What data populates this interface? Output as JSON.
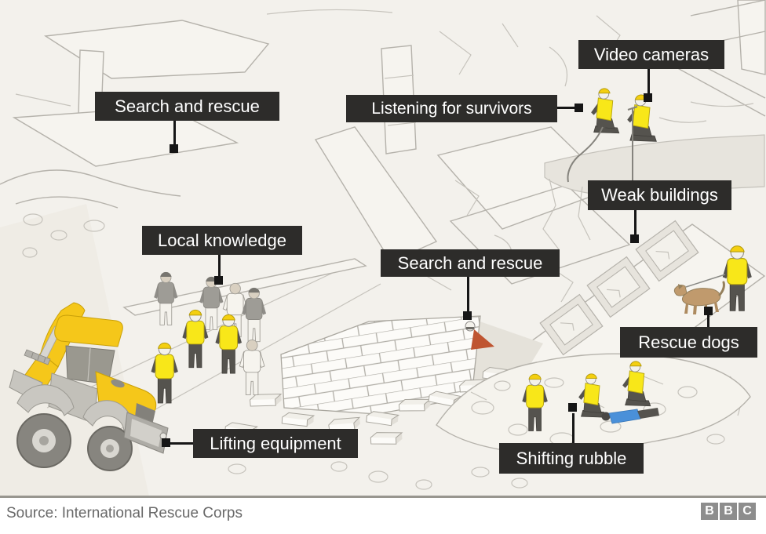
{
  "labels": {
    "search_rescue_top": "Search and rescue",
    "listening": "Listening for survivors",
    "video_cameras": "Video cameras",
    "weak_buildings": "Weak buildings",
    "local_knowledge": "Local knowledge",
    "search_rescue_center": "Search and rescue",
    "rescue_dogs": "Rescue dogs",
    "lifting_equipment": "Lifting equipment",
    "shifting_rubble": "Shifting rubble"
  },
  "footer": {
    "source": "Source: International Rescue Corps",
    "logo_letters": [
      "B",
      "B",
      "C"
    ]
  },
  "colors": {
    "background": "#f3f1ec",
    "label_bg": "#2d2c2a",
    "label_text": "#ffffff",
    "line_art": "#b5b2ab",
    "machine_yellow": "#f5c71a",
    "vest_yellow": "#f8e719",
    "helmet_yellow": "#f4cf10",
    "dog_brown": "#c09a6d",
    "victim_blue": "#4a90d9",
    "marker_red": "#bf5531",
    "connector_black": "#161616",
    "footer_text": "#696969",
    "logo_gray": "#8d8d8d"
  }
}
